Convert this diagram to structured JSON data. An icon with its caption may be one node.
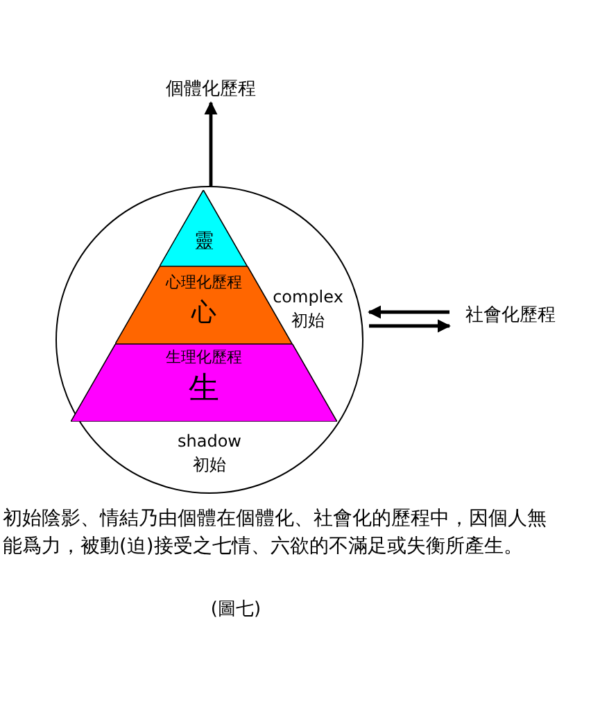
{
  "diagram": {
    "caption": "(圖七)",
    "nodes": [
      {
        "text": [
          "complex 初始",
          "shadow 初始"
        ]
      },
      {
        "text": [
          "靈"
        ],
        "in": 0
      },
      {
        "text": [
          "心理化歷程",
          "心"
        ],
        "in": 0
      },
      {
        "text": [
          "生理化歷程",
          "生"
        ],
        "in": 0
      },
      {
        "text": [
          "個體化歷程"
        ]
      },
      {
        "text": [
          "社會化歷程"
        ]
      }
    ],
    "edges": [
      {
        "from": 0,
        "to": 4,
        "arrow": "to"
      },
      {
        "from": 5,
        "to": 0,
        "arrow": "to"
      },
      {
        "from": 0,
        "to": 5,
        "arrow": "to"
      }
    ],
    "labels": [
      "初始陰影、情結乃由個體在個體化、社會化的歷程中，因個人無能爲力，被動(迫)接受之七情、六欲的不滿足或失衡所產生。"
    ]
  }
}
